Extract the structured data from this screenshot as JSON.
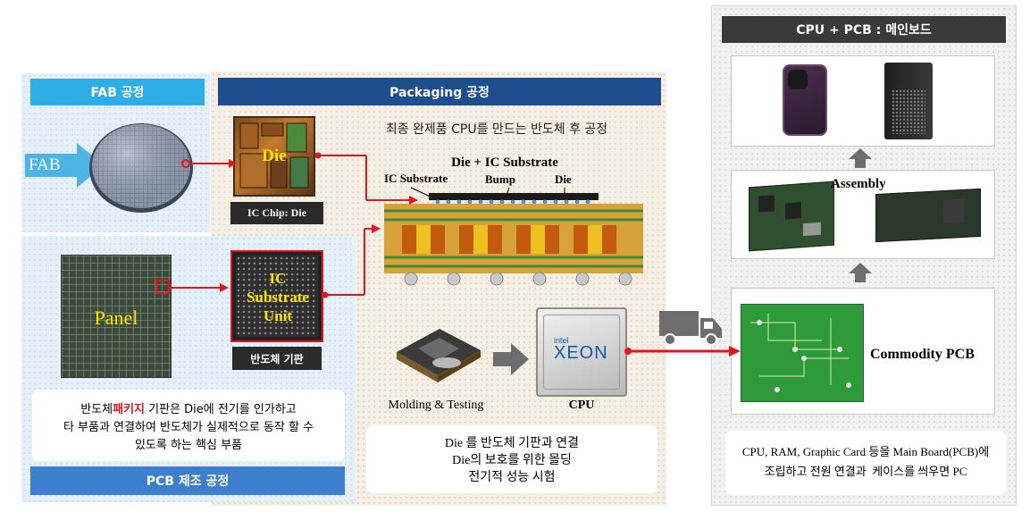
{
  "fab": {
    "header": "FAB 공정",
    "arrow_label": "FAB"
  },
  "packaging": {
    "header": "Packaging 공정",
    "subtitle": "최종 완제품 CPU를 만드는 반도체 후 공정",
    "die_label": "Die",
    "ic_chip_caption": "IC Chip: Die",
    "diagram_title": "Die  + IC Substrate",
    "label_ic_substrate": "IC Substrate",
    "label_bump": "Bump",
    "label_die": "Die",
    "molding_label": "Molding & Testing",
    "cpu_label": "CPU",
    "cpu_brand": "intel",
    "cpu_model": "XEON",
    "desc_lines": [
      "Die 를 반도체 기판과 연결",
      "Die의 보호를 위한 몰딩",
      "전기적 성능 시험"
    ]
  },
  "pcb": {
    "header": "PCB 제조 공정",
    "panel_label": "Panel",
    "substrate_unit_label": "IC Substrate Unit",
    "substrate_caption": "반도체 기판",
    "desc_prefix": "반도체 ",
    "desc_highlight": "패키지",
    "desc_suffix": " 기판은 Die에 전기를 인가하고",
    "desc_line2": "타 부품과 연결하여 반도체가 실제적으로 동작 할 수",
    "desc_line3": "있도록 하는 핵심 부품"
  },
  "mainboard": {
    "header": "CPU + PCB : 메인보드",
    "assembly_label": "Assembly",
    "commodity_label": "Commodity PCB",
    "desc_line1": "CPU, RAM, Graphic Card 등을 Main Board(PCB)에",
    "desc_line2": "조립하고 전원 연결과  케이스를 씌우면 PC"
  },
  "colors": {
    "accent_red": "#e8141b",
    "fab_blue": "#2eaee4",
    "pkg_navy": "#1f4e8f",
    "pcb_blue": "#3d7fcf",
    "dark_header": "#3a3a3a"
  }
}
